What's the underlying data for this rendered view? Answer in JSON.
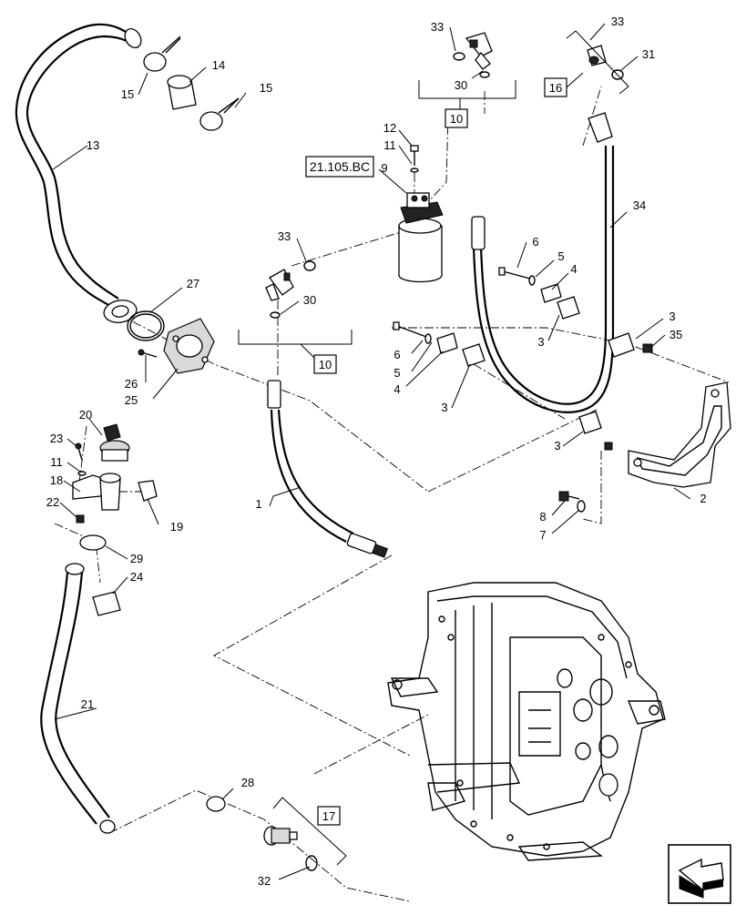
{
  "reference_box": "21.105.BC",
  "callouts": [
    {
      "id": "c1",
      "label": "1"
    },
    {
      "id": "c2",
      "label": "2"
    },
    {
      "id": "c3a",
      "label": "3"
    },
    {
      "id": "c3b",
      "label": "3"
    },
    {
      "id": "c3c",
      "label": "3"
    },
    {
      "id": "c3d",
      "label": "3"
    },
    {
      "id": "c4a",
      "label": "4"
    },
    {
      "id": "c4b",
      "label": "4"
    },
    {
      "id": "c5a",
      "label": "5"
    },
    {
      "id": "c5b",
      "label": "5"
    },
    {
      "id": "c6a",
      "label": "6"
    },
    {
      "id": "c6b",
      "label": "6"
    },
    {
      "id": "c7",
      "label": "7"
    },
    {
      "id": "c8",
      "label": "8"
    },
    {
      "id": "c9",
      "label": "9"
    },
    {
      "id": "c11a",
      "label": "11"
    },
    {
      "id": "c11b",
      "label": "11"
    },
    {
      "id": "c12",
      "label": "12"
    },
    {
      "id": "c13",
      "label": "13"
    },
    {
      "id": "c14",
      "label": "14"
    },
    {
      "id": "c15a",
      "label": "15"
    },
    {
      "id": "c15b",
      "label": "15"
    },
    {
      "id": "c18",
      "label": "18"
    },
    {
      "id": "c19",
      "label": "19"
    },
    {
      "id": "c20",
      "label": "20"
    },
    {
      "id": "c21",
      "label": "21"
    },
    {
      "id": "c22",
      "label": "22"
    },
    {
      "id": "c23",
      "label": "23"
    },
    {
      "id": "c24",
      "label": "24"
    },
    {
      "id": "c25",
      "label": "25"
    },
    {
      "id": "c26",
      "label": "26"
    },
    {
      "id": "c27",
      "label": "27"
    },
    {
      "id": "c28",
      "label": "28"
    },
    {
      "id": "c29",
      "label": "29"
    },
    {
      "id": "c30a",
      "label": "30"
    },
    {
      "id": "c30b",
      "label": "30"
    },
    {
      "id": "c31",
      "label": "31"
    },
    {
      "id": "c32",
      "label": "32"
    },
    {
      "id": "c33a",
      "label": "33"
    },
    {
      "id": "c33b",
      "label": "33"
    },
    {
      "id": "c33c",
      "label": "33"
    },
    {
      "id": "c34",
      "label": "34"
    },
    {
      "id": "c35",
      "label": "35"
    }
  ],
  "group_boxes": [
    {
      "id": "g10a",
      "label": "10"
    },
    {
      "id": "g10b",
      "label": "10"
    },
    {
      "id": "g16",
      "label": "16"
    },
    {
      "id": "g17",
      "label": "17"
    }
  ],
  "icons": [
    "nav-arrow-icon"
  ]
}
